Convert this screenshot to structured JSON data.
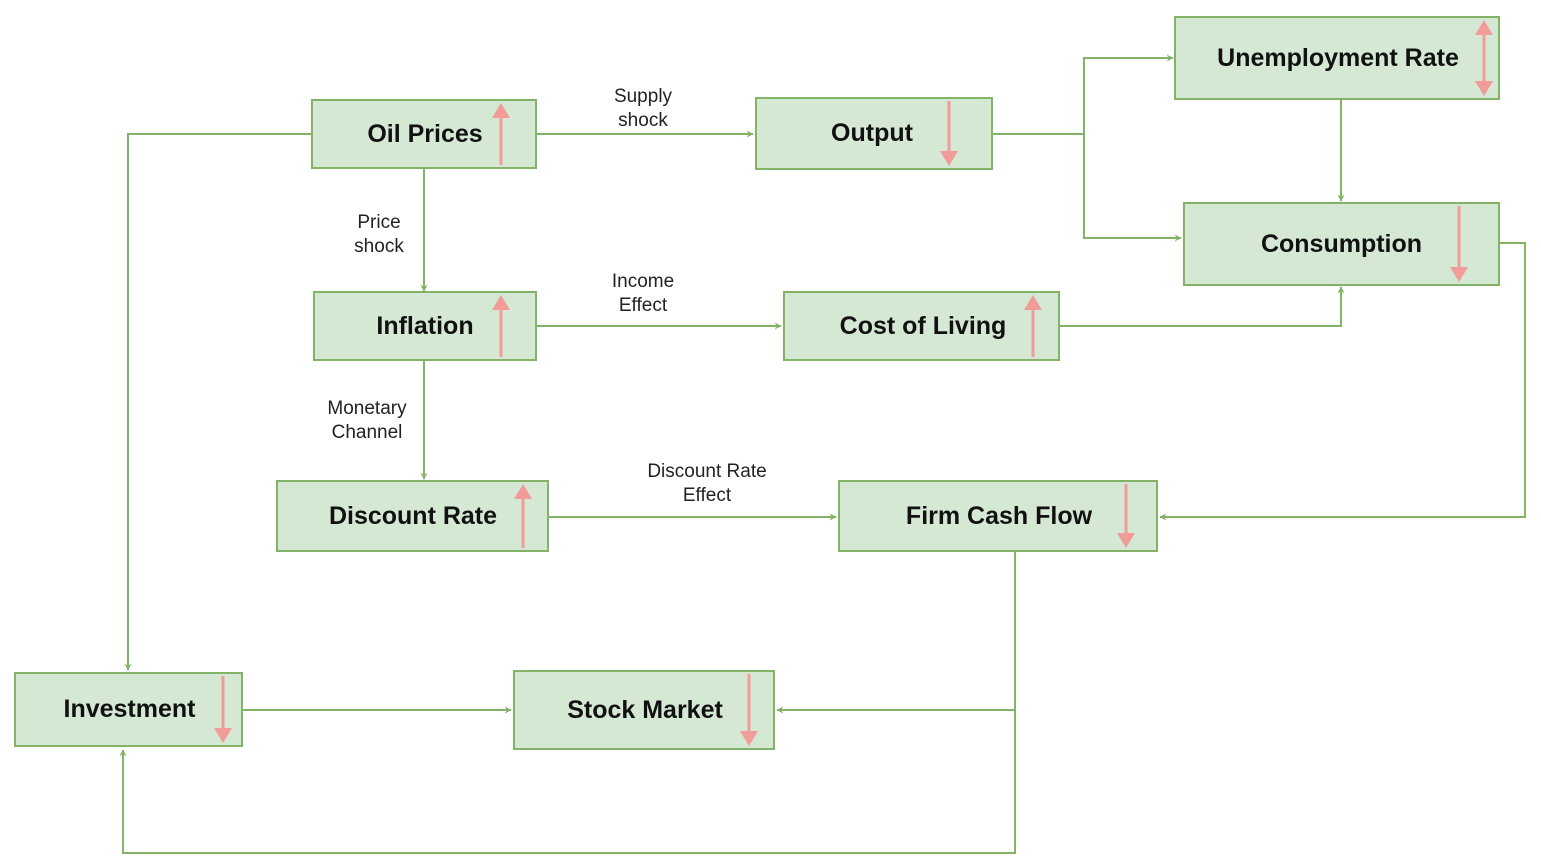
{
  "nodes": {
    "oil_prices": {
      "label": "Oil Prices",
      "trend": "up"
    },
    "output": {
      "label": "Output",
      "trend": "down"
    },
    "unemployment": {
      "label": "Unemployment Rate",
      "trend": "both"
    },
    "consumption": {
      "label": "Consumption",
      "trend": "down"
    },
    "inflation": {
      "label": "Inflation",
      "trend": "up"
    },
    "cost_of_living": {
      "label": "Cost of Living",
      "trend": "up"
    },
    "discount_rate": {
      "label": "Discount Rate",
      "trend": "up"
    },
    "firm_cash_flow": {
      "label": "Firm Cash Flow",
      "trend": "down"
    },
    "investment": {
      "label": "Investment",
      "trend": "down"
    },
    "stock_market": {
      "label": "Stock Market",
      "trend": "down"
    }
  },
  "edge_labels": {
    "supply_shock": [
      "Supply",
      "shock"
    ],
    "price_shock": [
      "Price",
      "shock"
    ],
    "income_effect": [
      "Income",
      "Effect"
    ],
    "monetary_channel": [
      "Monetary",
      "Channel"
    ],
    "discount_rate_effect": [
      "Discount Rate",
      "Effect"
    ]
  },
  "colors": {
    "box_fill": "#d5e8d4",
    "box_border": "#82b366",
    "connector": "#82b366",
    "trend_arrow": "#f19c99"
  }
}
